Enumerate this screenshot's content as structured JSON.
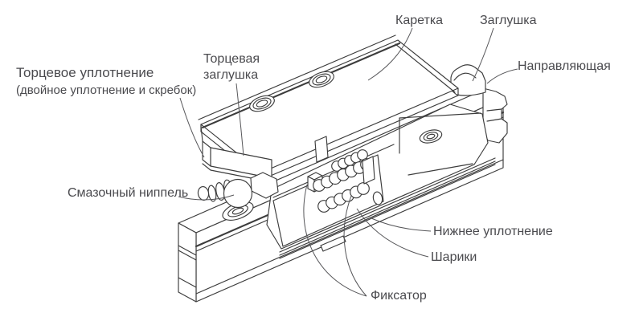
{
  "diagram": {
    "kind": "technical line drawing, linear guide rail with carriage (isometric view)",
    "colors": {
      "background": "#ffffff",
      "line": "#3c3c3c",
      "leader_line": "#57575a",
      "text": "#4a4a4e"
    }
  },
  "labels": {
    "end_seal": "Торцевое уплотнение",
    "end_seal_note": "(двойное уплотнение и скребок)",
    "end_cap_line1": "Торцевая",
    "end_cap_line2": "заглушка",
    "carriage": "Каретка",
    "plug": "Заглушка",
    "rail": "Направляющая",
    "grease_nipple": "Смазочный ниппель",
    "bottom_seal": "Нижнее уплотнение",
    "balls": "Шарики",
    "retainer": "Фиксатор"
  }
}
